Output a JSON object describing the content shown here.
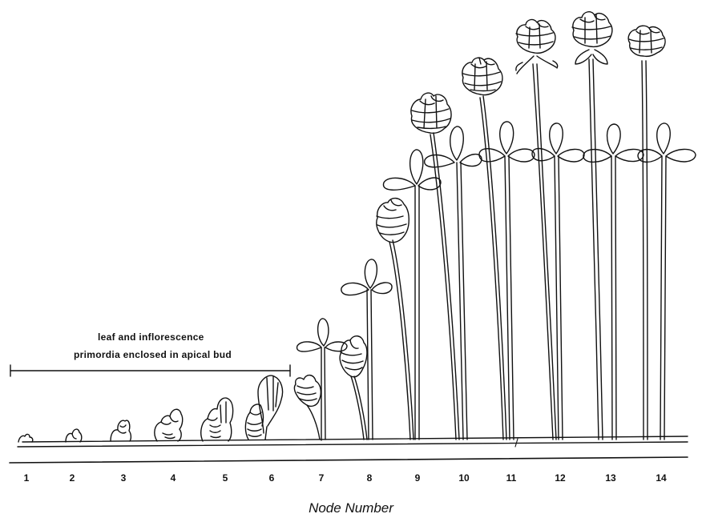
{
  "annotation": {
    "line1": "leaf and inflorescence",
    "line2": "primordia enclosed in apical bud"
  },
  "axis_title": "Node Number",
  "nodes": [
    "1",
    "2",
    "3",
    "4",
    "5",
    "6",
    "7",
    "8",
    "9",
    "10",
    "11",
    "12",
    "13",
    "14"
  ],
  "colors": {
    "ink": "#111111",
    "background": "#ffffff"
  }
}
